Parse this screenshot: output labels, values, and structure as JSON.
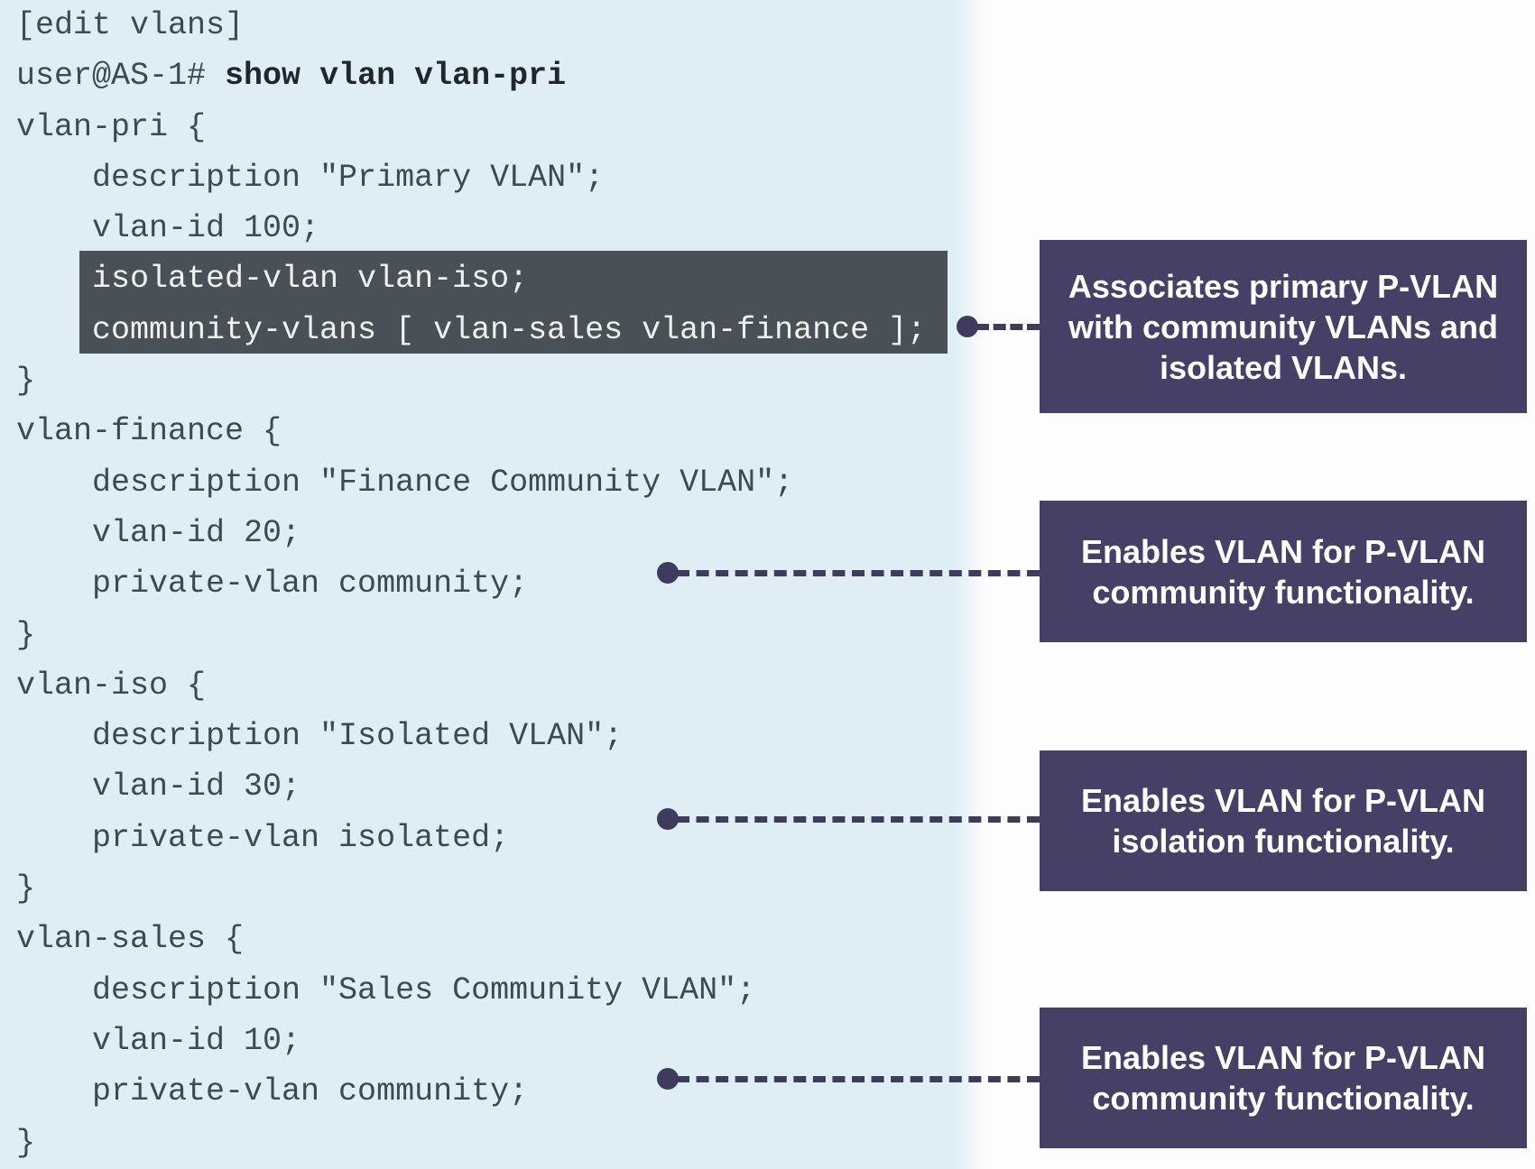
{
  "terminal": {
    "lines": [
      {
        "segments": [
          {
            "t": "[edit vlans]"
          }
        ]
      },
      {
        "segments": [
          {
            "t": "user@AS-1# "
          },
          {
            "t": "show vlan vlan-pri",
            "b": true
          }
        ]
      },
      {
        "segments": [
          {
            "t": "vlan-pri {"
          }
        ]
      },
      {
        "segments": [
          {
            "t": "    description \"Primary VLAN\";"
          }
        ]
      },
      {
        "segments": [
          {
            "t": "    vlan-id 100;"
          }
        ]
      },
      {
        "segments": [
          {
            "t": "    isolated-vlan vlan-iso;"
          }
        ],
        "hl": true
      },
      {
        "segments": [
          {
            "t": "    community-vlans [ vlan-sales vlan-finance ];"
          }
        ],
        "hl": true
      },
      {
        "segments": [
          {
            "t": "}"
          }
        ]
      },
      {
        "segments": [
          {
            "t": "vlan-finance {"
          }
        ]
      },
      {
        "segments": [
          {
            "t": "    description \"Finance Community VLAN\";"
          }
        ]
      },
      {
        "segments": [
          {
            "t": "    vlan-id 20;"
          }
        ]
      },
      {
        "segments": [
          {
            "t": "    private-vlan community;"
          }
        ]
      },
      {
        "segments": [
          {
            "t": "}"
          }
        ]
      },
      {
        "segments": [
          {
            "t": "vlan-iso {"
          }
        ]
      },
      {
        "segments": [
          {
            "t": "    description \"Isolated VLAN\";"
          }
        ]
      },
      {
        "segments": [
          {
            "t": "    vlan-id 30;"
          }
        ]
      },
      {
        "segments": [
          {
            "t": "    private-vlan isolated;"
          }
        ]
      },
      {
        "segments": [
          {
            "t": "}"
          }
        ]
      },
      {
        "segments": [
          {
            "t": "vlan-sales {"
          }
        ]
      },
      {
        "segments": [
          {
            "t": "    description \"Sales Community VLAN\";"
          }
        ]
      },
      {
        "segments": [
          {
            "t": "    vlan-id 10;"
          }
        ]
      },
      {
        "segments": [
          {
            "t": "    private-vlan community;"
          }
        ]
      },
      {
        "segments": [
          {
            "t": "}"
          }
        ]
      }
    ]
  },
  "callouts": [
    {
      "text": "Associates primary P-VLAN with community VLANs and isolated VLANs."
    },
    {
      "text": "Enables VLAN for P-VLAN community functionality."
    },
    {
      "text": "Enables VLAN for P-VLAN isolation functionality."
    },
    {
      "text": "Enables VLAN for P-VLAN community functionality."
    }
  ],
  "colors": {
    "code_panel_bg": "#dfeef5",
    "code_text": "#3b4a54",
    "code_bold_text": "#1f272c",
    "highlight_bg": "#4a5156",
    "highlight_text": "#eef1f1",
    "callout_bg": "#474066",
    "callout_text": "#ffffff",
    "connector": "#3f3b5e",
    "page_bg": "#fdfdfe"
  }
}
